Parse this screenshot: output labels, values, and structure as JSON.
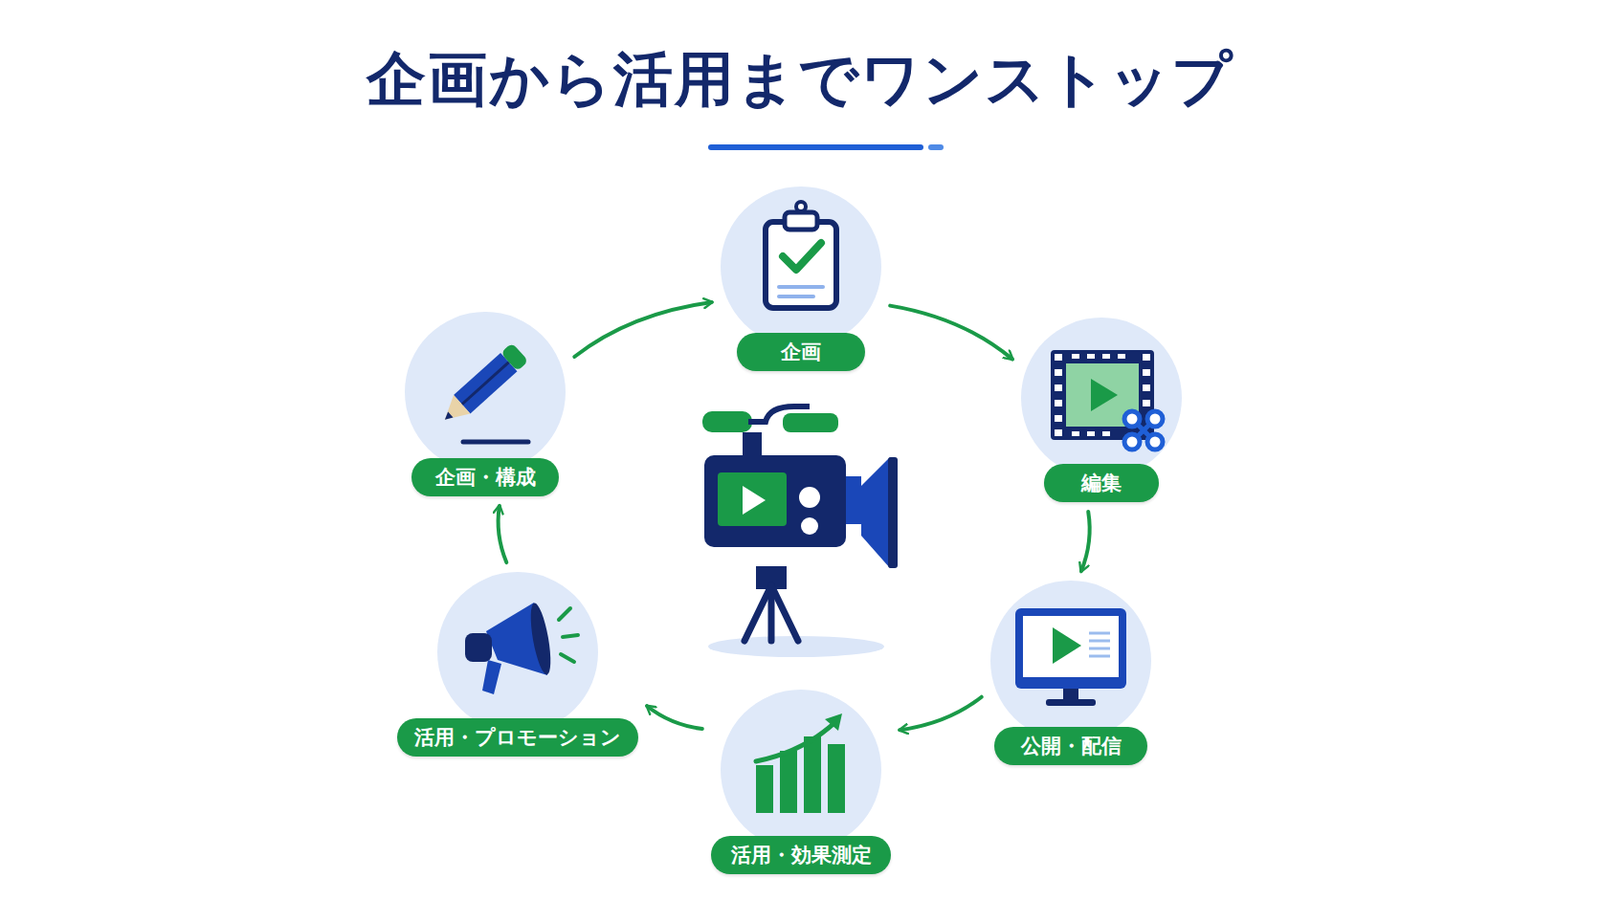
{
  "diagram": {
    "title": "企画から活用までワンストップ",
    "nodes": [
      {
        "text": [
          "企画"
        ]
      },
      {
        "text": [
          "編集"
        ]
      },
      {
        "text": [
          "公開・配信"
        ]
      },
      {
        "text": [
          "活用・効果測定"
        ]
      },
      {
        "text": [
          "活用・プロモーション"
        ]
      },
      {
        "text": [
          "企画・構成"
        ]
      }
    ],
    "edges": [
      {
        "from": 0,
        "to": 1,
        "arrow": "to"
      },
      {
        "from": 1,
        "to": 2,
        "arrow": "to"
      },
      {
        "from": 2,
        "to": 3,
        "arrow": "to"
      },
      {
        "from": 3,
        "to": 4,
        "arrow": "to"
      },
      {
        "from": 4,
        "to": 5,
        "arrow": "to"
      },
      {
        "from": 5,
        "to": 0,
        "arrow": "to"
      }
    ]
  }
}
